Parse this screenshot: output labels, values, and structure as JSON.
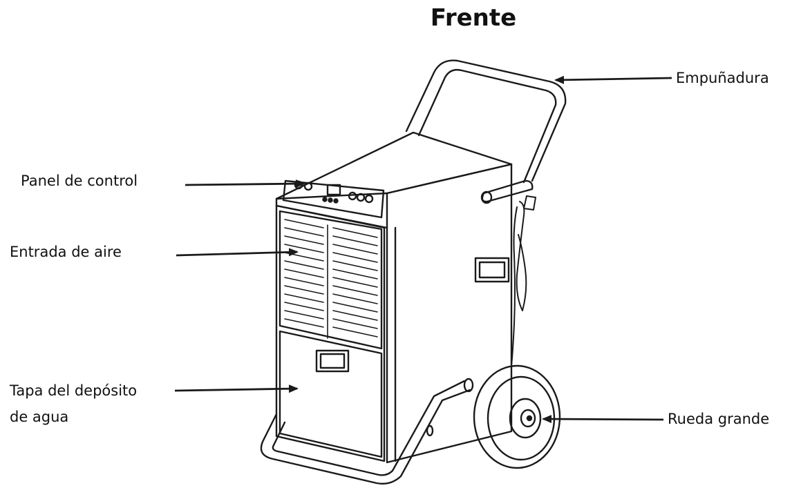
{
  "title": "Frente",
  "labels": {
    "handle": "Empuñadura",
    "control_panel": "Panel de control",
    "air_inlet": "Entrada de aire",
    "tank_cover_line1": "Tapa del depósito",
    "tank_cover_line2": "de agua",
    "big_wheel": "Rueda grande"
  },
  "colors": {
    "line": "#1a1a1a",
    "background": "#ffffff"
  }
}
